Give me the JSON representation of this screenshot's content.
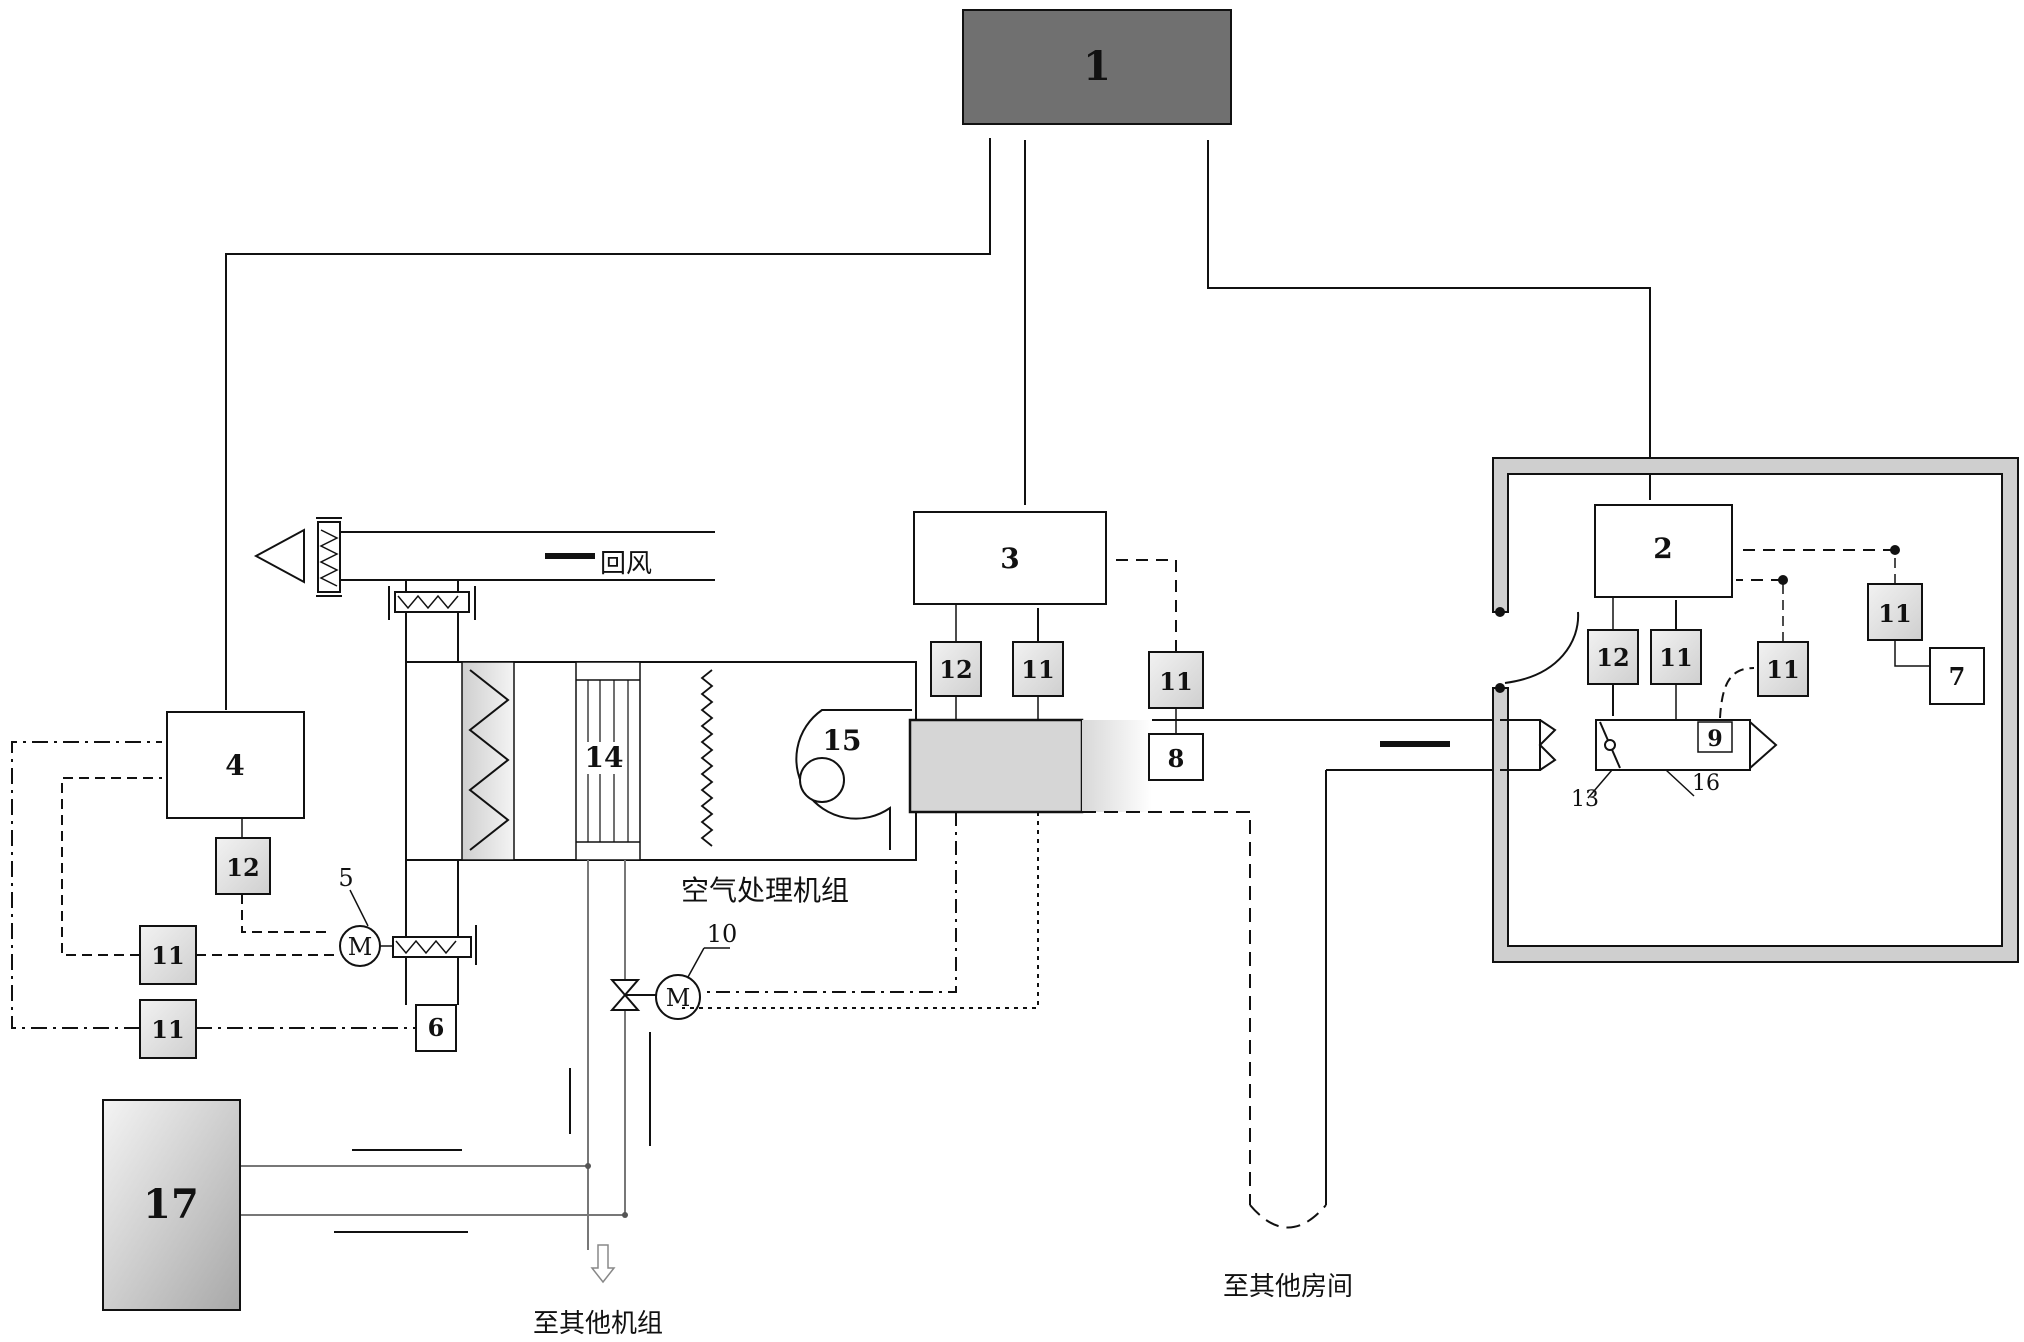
{
  "blocks": {
    "b1": "1",
    "b2": "2",
    "b3": "3",
    "b4": "4",
    "b5": "5",
    "b6": "6",
    "b7": "7",
    "b8": "8",
    "b9": "9",
    "b10": "10",
    "b13": "13",
    "b14": "14",
    "b15": "15",
    "b16": "16",
    "b17": "17"
  },
  "sensors": {
    "s11": "11",
    "s12": "12"
  },
  "labels": {
    "return_air": "回风",
    "ahu": "空气处理机组",
    "to_other_units": "至其他机组",
    "to_other_rooms": "至其他房间"
  },
  "colors": {
    "block1_fill": "#707070",
    "block17_fill": "#c8c8c8",
    "sensor_fill": "#e6e6e6"
  }
}
